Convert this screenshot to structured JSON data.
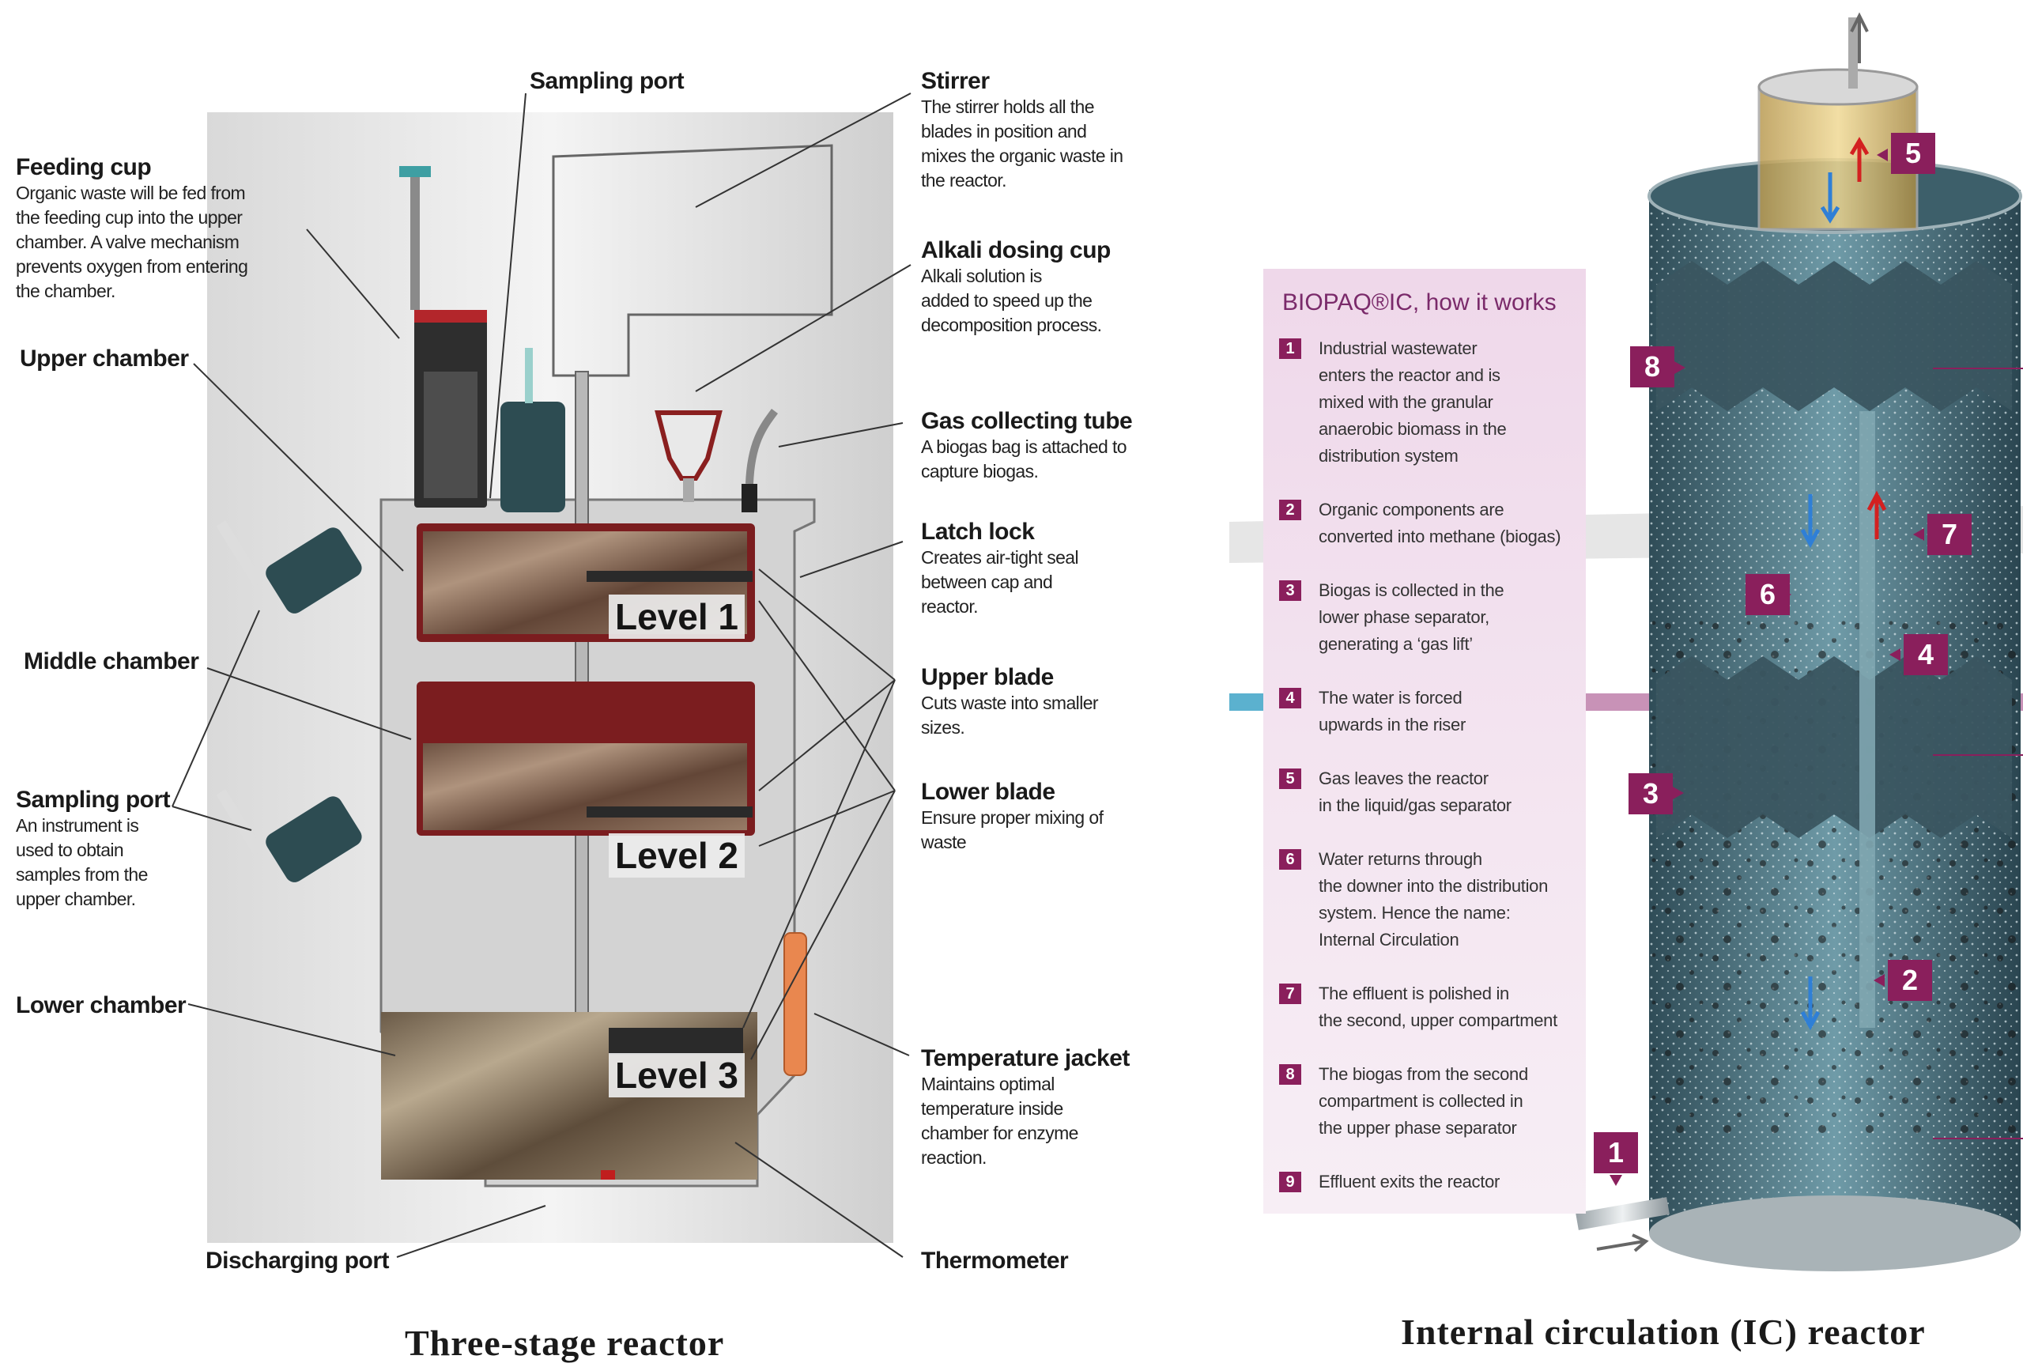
{
  "left": {
    "caption": "Three-stage reactor",
    "levels": [
      "Level 1",
      "Level 2",
      "Level 3"
    ],
    "labels": {
      "sampling_port_top": {
        "title": "Sampling port"
      },
      "feeding_cup": {
        "title": "Feeding cup",
        "lines": [
          "Organic waste will be fed from",
          "the feeding cup into the upper",
          "chamber. A valve mechanism",
          "prevents oxygen from entering",
          "the chamber."
        ]
      },
      "upper_chamber": {
        "title": "Upper chamber"
      },
      "middle_chamber": {
        "title": "Middle chamber"
      },
      "sampling_port_side": {
        "title": "Sampling port",
        "lines": [
          "An instrument is",
          "used to obtain",
          "samples from the",
          "upper chamber."
        ]
      },
      "lower_chamber": {
        "title": "Lower chamber"
      },
      "discharging_port": {
        "title": "Discharging port"
      },
      "stirrer": {
        "title": "Stirrer",
        "lines": [
          "The stirrer holds all the",
          "blades in position and",
          "mixes the organic waste in",
          "the reactor."
        ]
      },
      "alkali_dosing_cup": {
        "title": "Alkali dosing cup",
        "lines": [
          "Alkali solution is",
          "added to speed up the",
          "decomposition process."
        ]
      },
      "gas_collecting_tube": {
        "title": "Gas collecting tube",
        "lines": [
          "A biogas bag is attached to",
          "capture biogas."
        ]
      },
      "latch_lock": {
        "title": "Latch lock",
        "lines": [
          "Creates air-tight seal",
          "between cap and",
          "reactor."
        ]
      },
      "upper_blade": {
        "title": "Upper blade",
        "lines": [
          "Cuts waste into smaller",
          "sizes."
        ]
      },
      "lower_blade": {
        "title": "Lower blade",
        "lines": [
          "Ensure proper mixing of",
          "waste"
        ]
      },
      "temperature_jacket": {
        "title": "Temperature jacket",
        "lines": [
          "Maintains optimal",
          "temperature inside",
          "chamber for enzyme",
          "reaction."
        ]
      },
      "thermometer": {
        "title": "Thermometer"
      }
    }
  },
  "right": {
    "caption": "Internal circulation (IC) reactor",
    "panel_title": "BIOPAQ®IC, how it works",
    "steps": [
      {
        "num": "1",
        "lines": [
          "Industrial wastewater",
          "enters the reactor and is",
          "mixed with the granular",
          "anaerobic biomass in the",
          "distribution system"
        ]
      },
      {
        "num": "2",
        "lines": [
          "Organic components are",
          "converted into methane (biogas)"
        ]
      },
      {
        "num": "3",
        "lines": [
          "Biogas is collected in the",
          "lower phase separator,",
          "generating a ‘gas lift’"
        ]
      },
      {
        "num": "4",
        "lines": [
          "The water is forced",
          "upwards in the riser"
        ]
      },
      {
        "num": "5",
        "lines": [
          "Gas leaves the reactor",
          "in the liquid/gas separator"
        ]
      },
      {
        "num": "6",
        "lines": [
          "Water returns through",
          "the downer into the distribution",
          "system. Hence the name:",
          "Internal Circulation"
        ]
      },
      {
        "num": "7",
        "lines": [
          "The effluent is polished in",
          "the second, upper compartment"
        ]
      },
      {
        "num": "8",
        "lines": [
          "The biogas from the second",
          "compartment is collected in",
          "the upper phase separator"
        ]
      },
      {
        "num": "9",
        "lines": [
          "Effluent exits the reactor"
        ]
      }
    ],
    "tags": [
      "1",
      "2",
      "3",
      "4",
      "5",
      "6",
      "7",
      "8"
    ]
  }
}
